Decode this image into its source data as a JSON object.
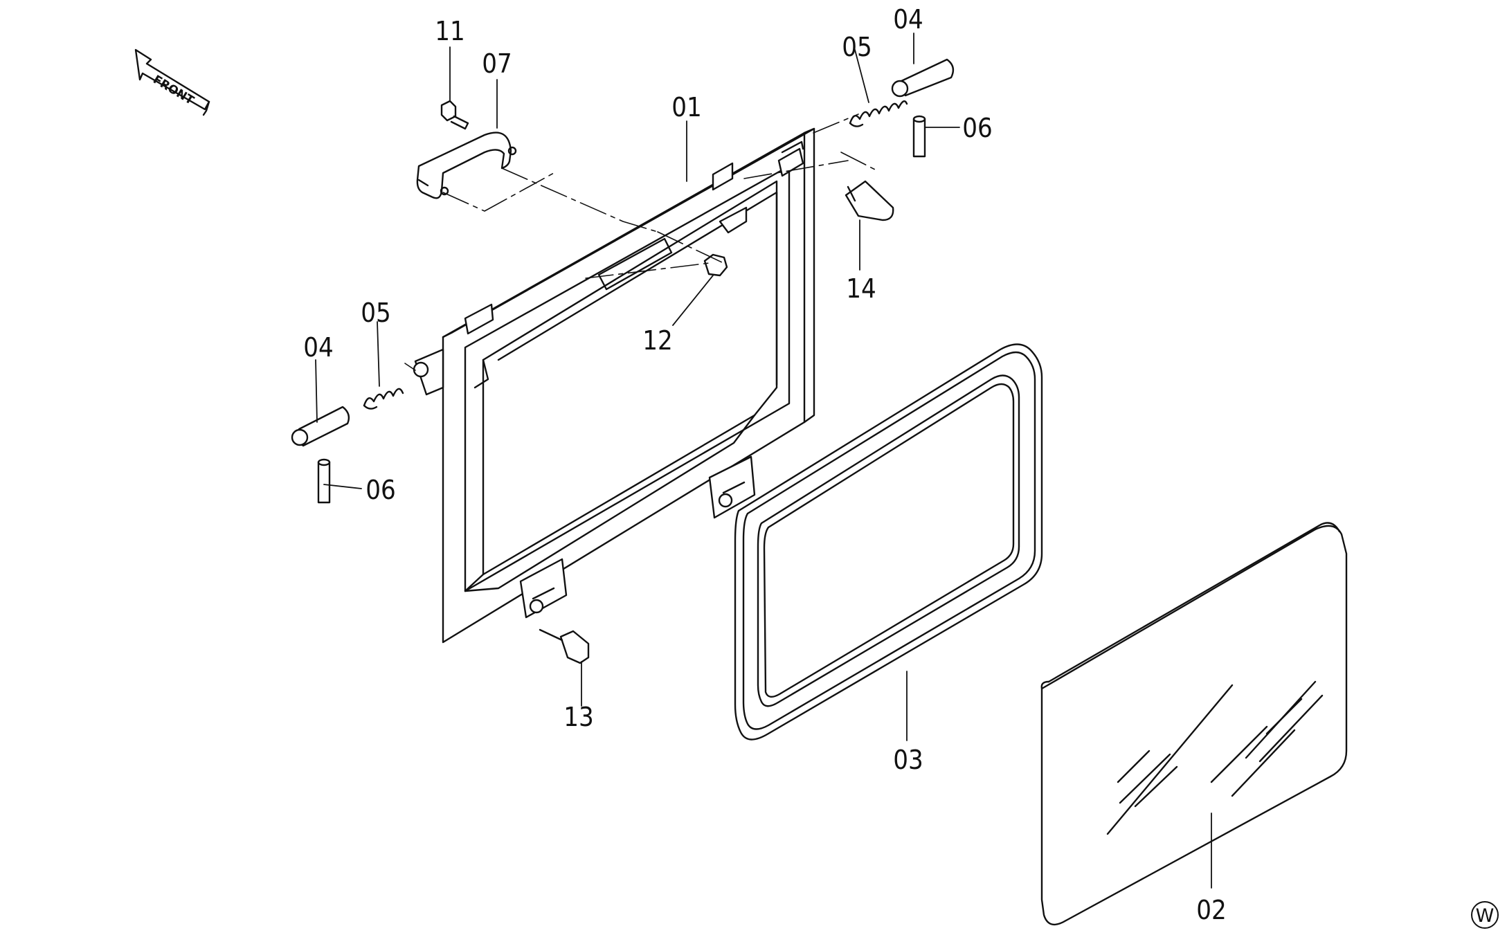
{
  "direction_marker": {
    "text": "FRONT",
    "icon": "front-arrow-icon"
  },
  "parts": {
    "p01": "01",
    "p02": "02",
    "p03": "03",
    "p04_top": "04",
    "p04_left": "04",
    "p05_top": "05",
    "p05_left": "05",
    "p06_top": "06",
    "p06_left": "06",
    "p07": "07",
    "p11": "11",
    "p12": "12",
    "p13": "13",
    "p14": "14"
  },
  "corner_mark": "W",
  "line_color": "#111111"
}
